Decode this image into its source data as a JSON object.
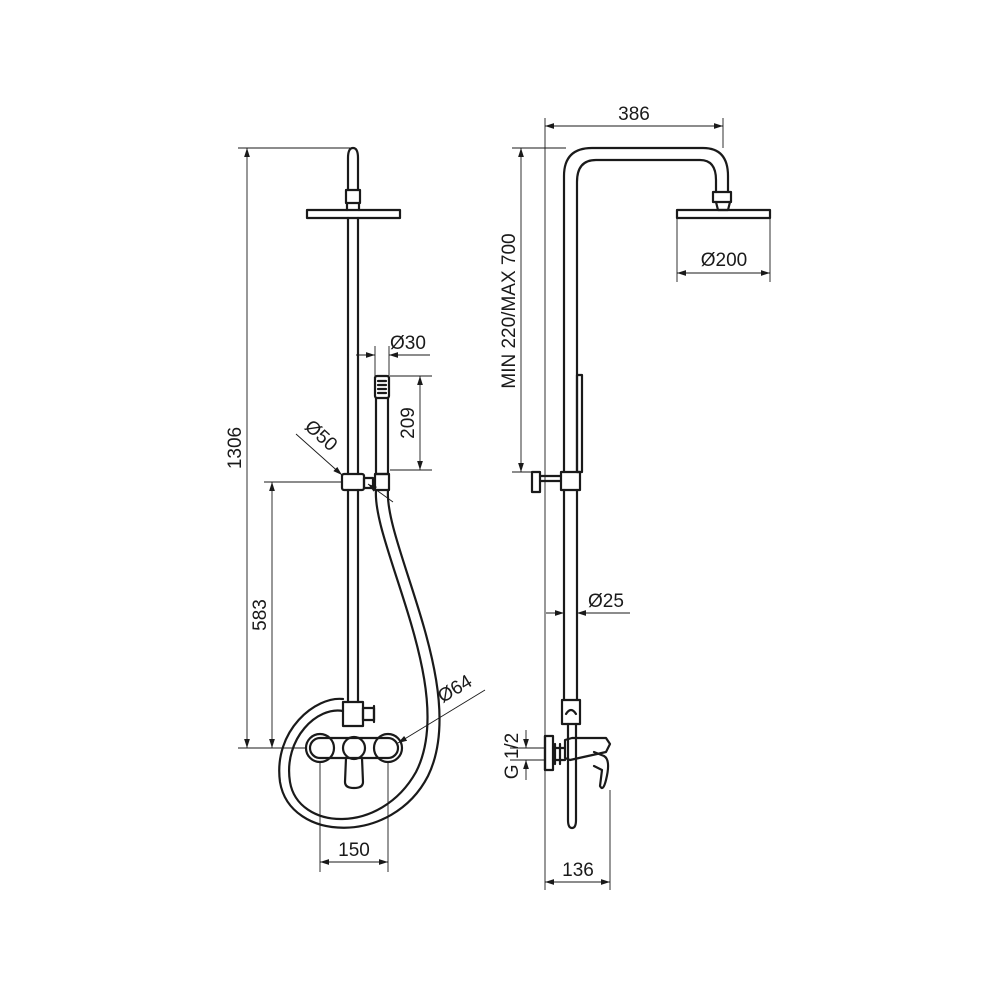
{
  "dimensions": {
    "total_height": "1306",
    "arm_length": "386",
    "head_diameter": "Ø200",
    "height_range": "MIN 220/MAX 700",
    "hand_shower_diameter": "Ø30",
    "hand_shower_length": "209",
    "holder_diameter": "Ø50",
    "slider_height": "583",
    "hose_loop_diameter": "Ø64",
    "tube_diameter": "Ø25",
    "inlet_spacing": "150",
    "thread_size": "G 1/2",
    "wall_projection": "136"
  },
  "colors": {
    "line": "#1a1a1a",
    "background": "#ffffff"
  }
}
